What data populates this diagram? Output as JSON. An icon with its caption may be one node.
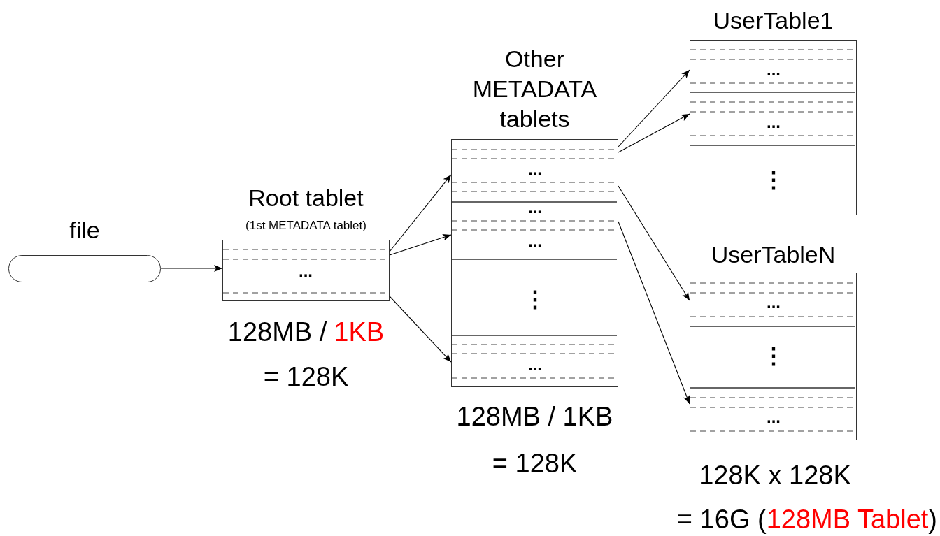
{
  "diagram": {
    "nodes": [
      {
        "text": [
          "file"
        ]
      },
      {
        "text": [
          "Root tablet",
          "(1st METADATA tablet)"
        ],
        "beside": [
          "128MB /",
          "1KB",
          "= 128K"
        ]
      },
      {
        "text": [
          "Other METADATA tablets"
        ],
        "beside": [
          "128MB / 1KB",
          "= 128K"
        ]
      },
      {
        "text": [
          "UserTable1"
        ]
      },
      {
        "text": [
          "UserTableN"
        ]
      }
    ],
    "edges": [
      {
        "from": 0,
        "to": 1,
        "arrow": "to"
      },
      {
        "from": 1,
        "to": 2,
        "arrow": "to"
      },
      {
        "from": 1,
        "to": 2,
        "arrow": "to"
      },
      {
        "from": 1,
        "to": 2,
        "arrow": "to"
      },
      {
        "from": 2,
        "to": 3,
        "arrow": "to"
      },
      {
        "from": 2,
        "to": 3,
        "arrow": "to"
      },
      {
        "from": 2,
        "to": 4,
        "arrow": "to"
      },
      {
        "from": 2,
        "to": 4,
        "arrow": "to"
      }
    ],
    "labels": [
      "...",
      "...",
      "...",
      "...",
      "⋮",
      "...",
      "...",
      "...",
      "⋮",
      "...",
      "⋮",
      "...",
      "128K x 128K",
      "= 16G (",
      "128MB Tablet",
      ")"
    ]
  }
}
